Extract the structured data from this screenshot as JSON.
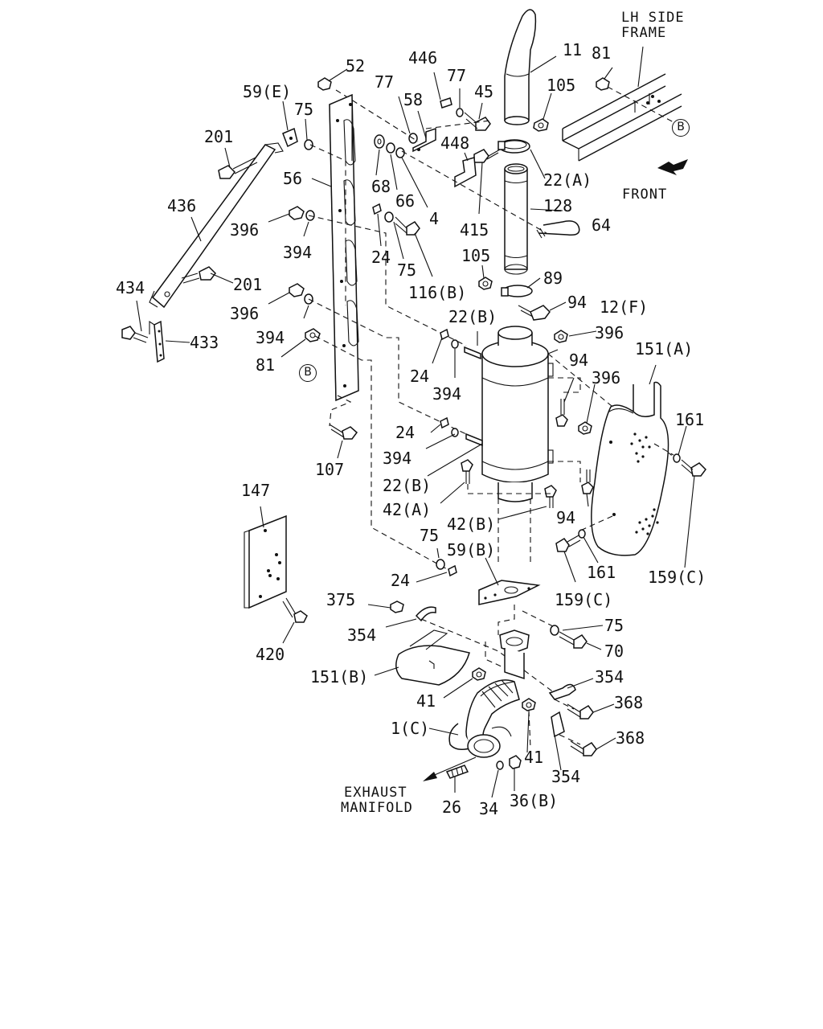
{
  "notes": {
    "lh_side_line1": "LH SIDE",
    "lh_side_line2": "FRAME",
    "front": "FRONT",
    "exhaust_line1": "EXHAUST",
    "exhaust_line2": "MANIFOLD"
  },
  "callouts": [
    {
      "text": "52",
      "name": "label-52"
    },
    {
      "text": "59(E)",
      "name": "label-59e"
    },
    {
      "text": "75",
      "name": "label-75-top"
    },
    {
      "text": "201",
      "name": "label-201-top"
    },
    {
      "text": "56",
      "name": "label-56"
    },
    {
      "text": "436",
      "name": "label-436"
    },
    {
      "text": "396",
      "name": "label-396-a"
    },
    {
      "text": "394",
      "name": "label-394-a"
    },
    {
      "text": "201",
      "name": "label-201-mid"
    },
    {
      "text": "434",
      "name": "label-434"
    },
    {
      "text": "396",
      "name": "label-396-b"
    },
    {
      "text": "394",
      "name": "label-394-b"
    },
    {
      "text": "433",
      "name": "label-433"
    },
    {
      "text": "81",
      "name": "label-81-left"
    },
    {
      "text": "107",
      "name": "label-107"
    },
    {
      "text": "446",
      "name": "label-446"
    },
    {
      "text": "77",
      "name": "label-77-a"
    },
    {
      "text": "77",
      "name": "label-77-b"
    },
    {
      "text": "45",
      "name": "label-45"
    },
    {
      "text": "58",
      "name": "label-58"
    },
    {
      "text": "448",
      "name": "label-448"
    },
    {
      "text": "68",
      "name": "label-68"
    },
    {
      "text": "66",
      "name": "label-66"
    },
    {
      "text": "4",
      "name": "label-4"
    },
    {
      "text": "24",
      "name": "label-24-a"
    },
    {
      "text": "75",
      "name": "label-75-mid"
    },
    {
      "text": "116(B)",
      "name": "label-116b"
    },
    {
      "text": "415",
      "name": "label-415"
    },
    {
      "text": "11",
      "name": "label-11"
    },
    {
      "text": "105",
      "name": "label-105-top"
    },
    {
      "text": "22(A)",
      "name": "label-22a"
    },
    {
      "text": "128",
      "name": "label-128"
    },
    {
      "text": "64",
      "name": "label-64"
    },
    {
      "text": "105",
      "name": "label-105-mid"
    },
    {
      "text": "89",
      "name": "label-89"
    },
    {
      "text": "94",
      "name": "label-94-a"
    },
    {
      "text": "12(F)",
      "name": "label-12f"
    },
    {
      "text": "22(B)",
      "name": "label-22b-top"
    },
    {
      "text": "24",
      "name": "label-24-b"
    },
    {
      "text": "394",
      "name": "label-394-c"
    },
    {
      "text": "396",
      "name": "label-396-c"
    },
    {
      "text": "94",
      "name": "label-94-b"
    },
    {
      "text": "396",
      "name": "label-396-d"
    },
    {
      "text": "151(A)",
      "name": "label-151a"
    },
    {
      "text": "161",
      "name": "label-161-a"
    },
    {
      "text": "24",
      "name": "label-24-c"
    },
    {
      "text": "394",
      "name": "label-394-d"
    },
    {
      "text": "22(B)",
      "name": "label-22b-bot"
    },
    {
      "text": "42(A)",
      "name": "label-42a"
    },
    {
      "text": "42(B)",
      "name": "label-42b"
    },
    {
      "text": "94",
      "name": "label-94-c"
    },
    {
      "text": "161",
      "name": "label-161-b"
    },
    {
      "text": "159(C)",
      "name": "label-159c-a"
    },
    {
      "text": "159(C)",
      "name": "label-159c-b"
    },
    {
      "text": "81",
      "name": "label-81-right"
    },
    {
      "text": "147",
      "name": "label-147"
    },
    {
      "text": "420",
      "name": "label-420"
    },
    {
      "text": "75",
      "name": "label-75-low"
    },
    {
      "text": "59(B)",
      "name": "label-59b"
    },
    {
      "text": "24",
      "name": "label-24-d"
    },
    {
      "text": "375",
      "name": "label-375"
    },
    {
      "text": "354",
      "name": "label-354-a"
    },
    {
      "text": "75",
      "name": "label-75-right"
    },
    {
      "text": "70",
      "name": "label-70"
    },
    {
      "text": "151(B)",
      "name": "label-151b"
    },
    {
      "text": "354",
      "name": "label-354-b"
    },
    {
      "text": "41",
      "name": "label-41-a"
    },
    {
      "text": "368",
      "name": "label-368-a"
    },
    {
      "text": "1(C)",
      "name": "label-1c"
    },
    {
      "text": "368",
      "name": "label-368-b"
    },
    {
      "text": "41",
      "name": "label-41-b"
    },
    {
      "text": "354",
      "name": "label-354-c"
    },
    {
      "text": "26",
      "name": "label-26"
    },
    {
      "text": "34",
      "name": "label-34"
    },
    {
      "text": "36(B)",
      "name": "label-36b"
    }
  ],
  "ref_markers": [
    {
      "text": "B",
      "name": "ref-marker-b-frame"
    },
    {
      "text": "B",
      "name": "ref-marker-b-bracket"
    }
  ]
}
